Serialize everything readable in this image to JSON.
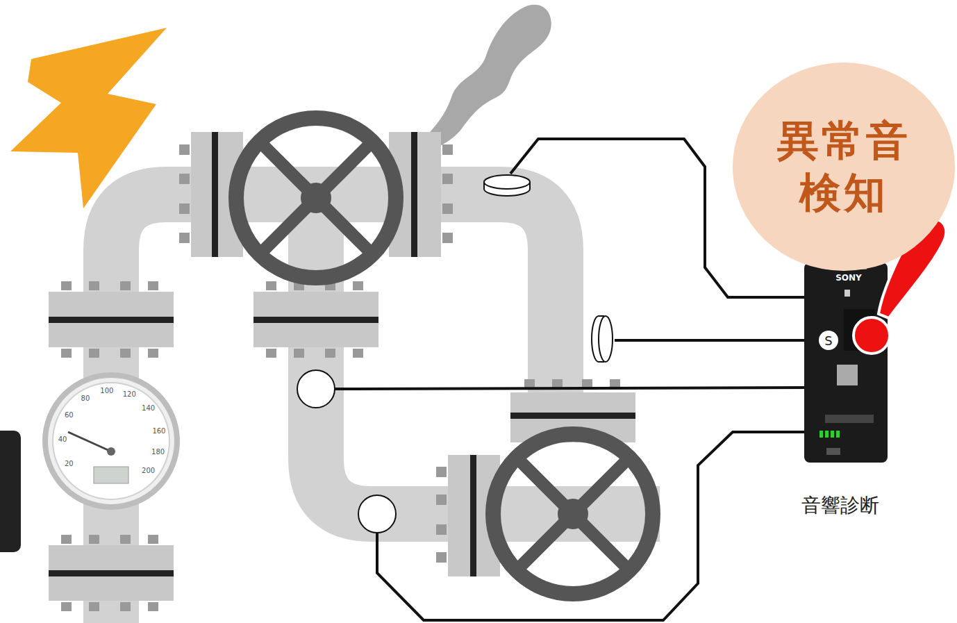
{
  "diagram": {
    "nodes": [
      {
        "text": [
          "異常音 検知"
        ]
      }
    ],
    "labels": [
      "SONY",
      "音響診断",
      "20",
      "40",
      "60",
      "80",
      "100",
      "120",
      "140",
      "160",
      "180",
      "200"
    ]
  }
}
